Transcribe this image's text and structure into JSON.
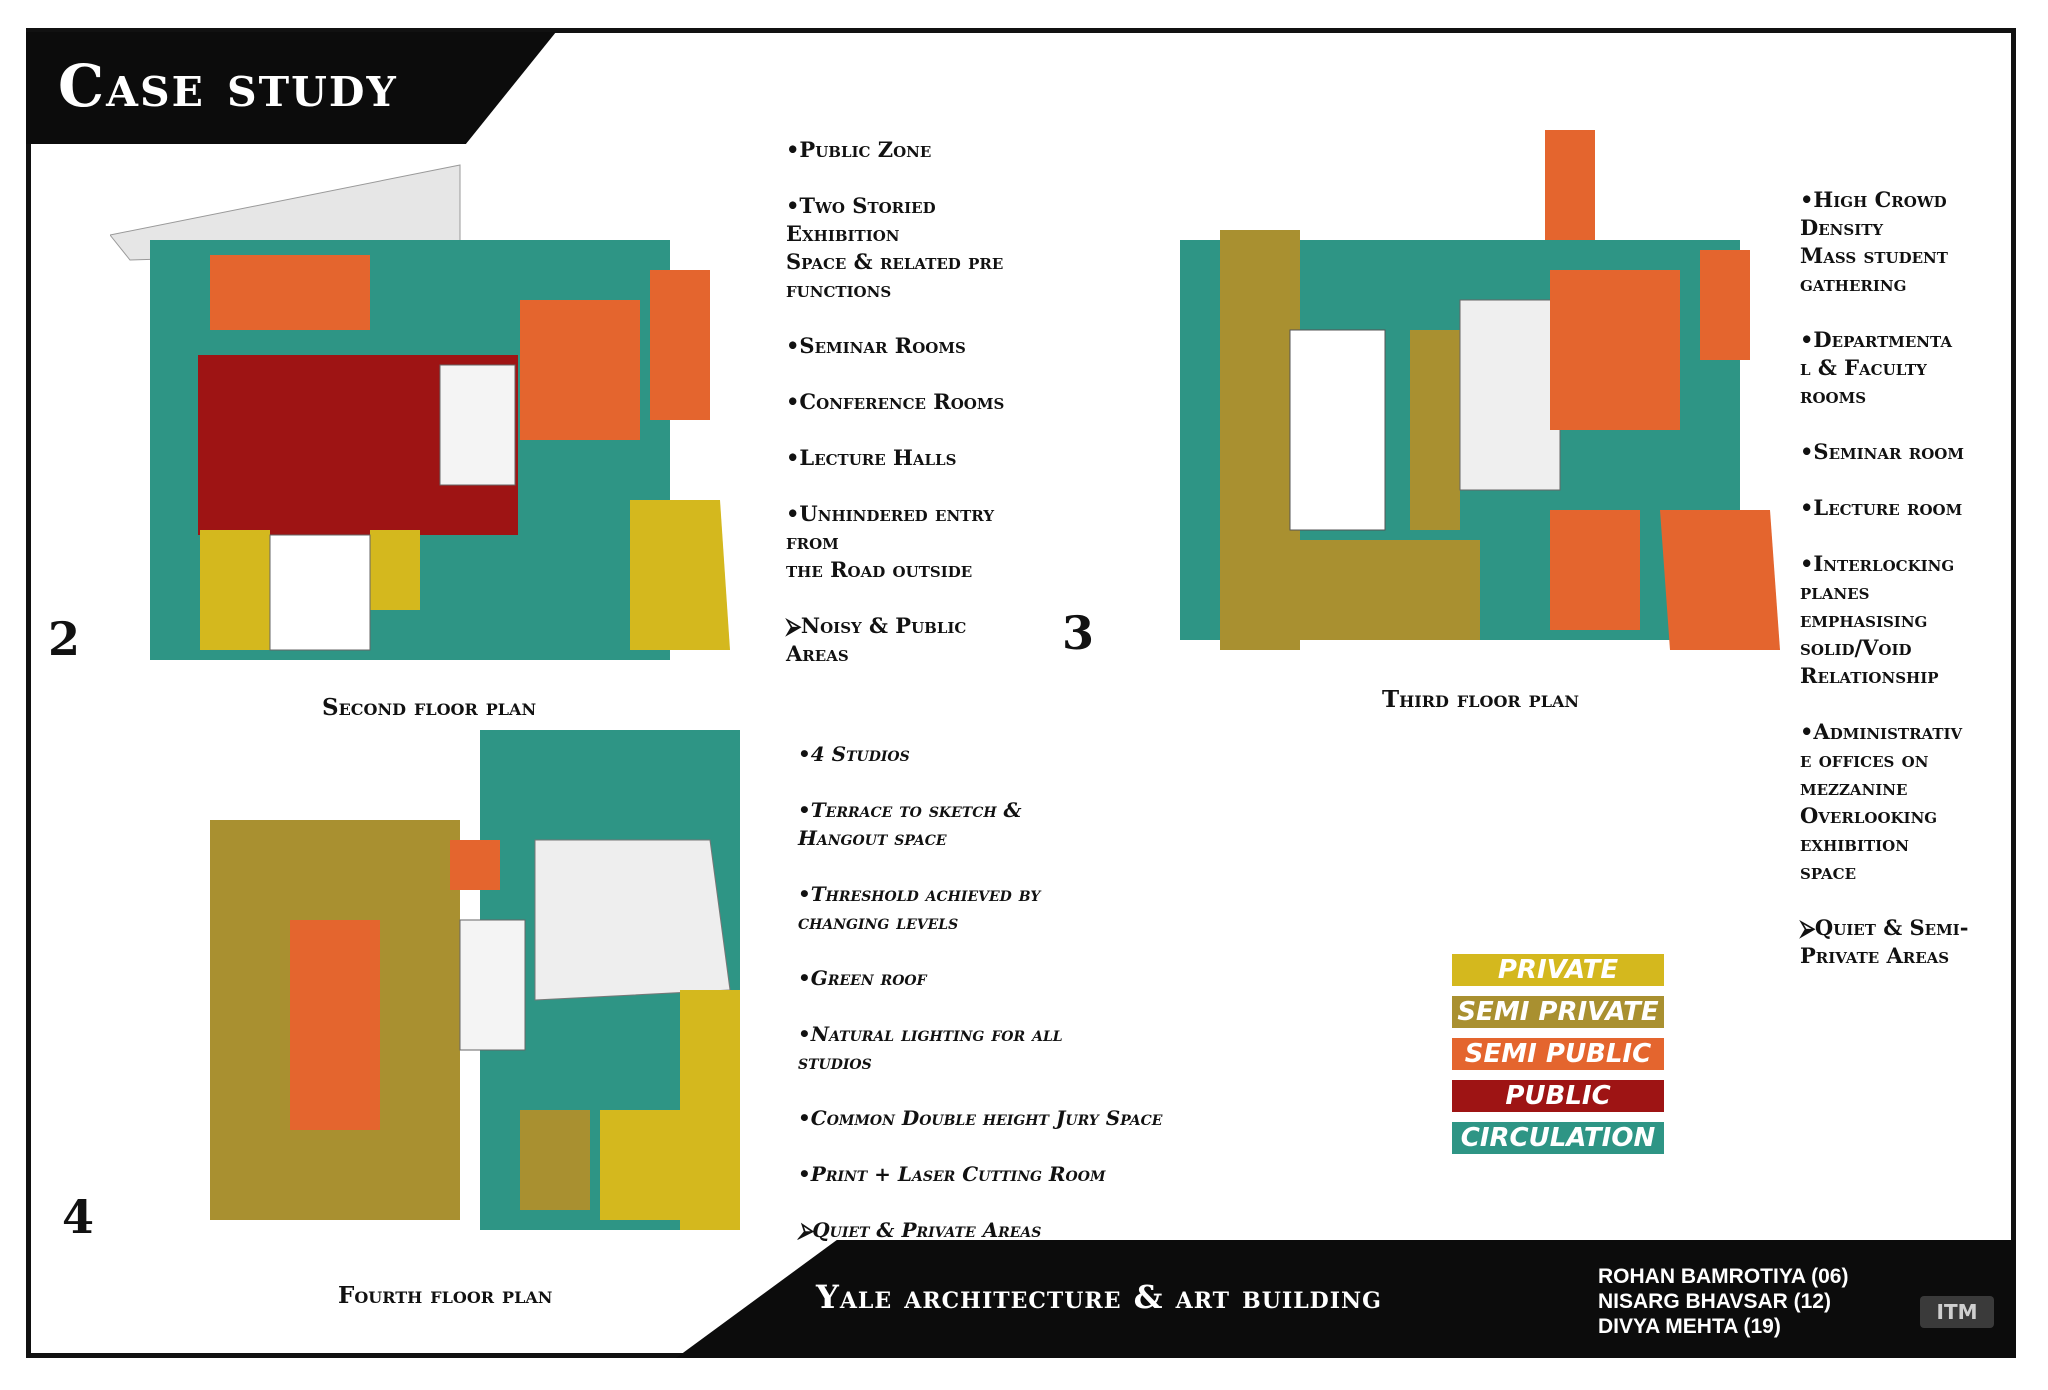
{
  "colors": {
    "private": "#d4b81e",
    "semi_private": "#a99030",
    "semi_public": "#e4652e",
    "public": "#9e1414",
    "circulation": "#2e9585"
  },
  "header": {
    "title": "Case study"
  },
  "floor_plans": {
    "second": {
      "number": "2",
      "caption": "Second floor  plan"
    },
    "third": {
      "number": "3",
      "caption": "Third floor plan"
    },
    "fourth": {
      "number": "4",
      "caption": "Fourth floor plan"
    }
  },
  "second_floor_notes": [
    "•Public Zone",
    "•Two Storied\nExhibition\n Space & related pre\nfunctions",
    "•Seminar Rooms",
    "•Conference Rooms",
    "•Lecture Halls",
    "•Unhindered entry\nfrom\n the Road outside",
    "⮚Noisy & Public\nAreas"
  ],
  "third_floor_notes": [
    "•High Crowd\nDensity\n Mass student\ngathering",
    "•Departmenta\nl & Faculty\nrooms",
    "•Seminar room",
    "•Lecture room",
    "•Interlocking\nplanes\n emphasising\nsolid/Void\n Relationship",
    "•Administrativ\ne offices on\n mezzanine\nOverlooking\n exhibition\nspace",
    "⮚Quiet & Semi-\nPrivate Areas"
  ],
  "fourth_floor_notes": [
    "•4 Studios",
    "•Terrace to sketch &\n Hangout space",
    "•Threshold achieved by\n changing levels",
    "•Green roof",
    "•Natural lighting for all\nstudios",
    "•Common Double height Jury Space",
    "•Print + Laser Cutting Room",
    "⮚Quiet & Private Areas"
  ],
  "legend": [
    {
      "label": "PRIVATE",
      "color": "#d4b81e"
    },
    {
      "label": "SEMI PRIVATE",
      "color": "#a99030"
    },
    {
      "label": "SEMI PUBLIC",
      "color": "#e4652e"
    },
    {
      "label": "PUBLIC",
      "color": "#9e1414"
    },
    {
      "label": "CIRCULATION",
      "color": "#2e9585"
    }
  ],
  "footer": {
    "title": "Yale architecture & art building",
    "authors": [
      "ROHAN BAMROTIYA (06)",
      "NISARG BHAVSAR (12)",
      "DIVYA MEHTA (19)"
    ],
    "logo_text": "ITM"
  }
}
